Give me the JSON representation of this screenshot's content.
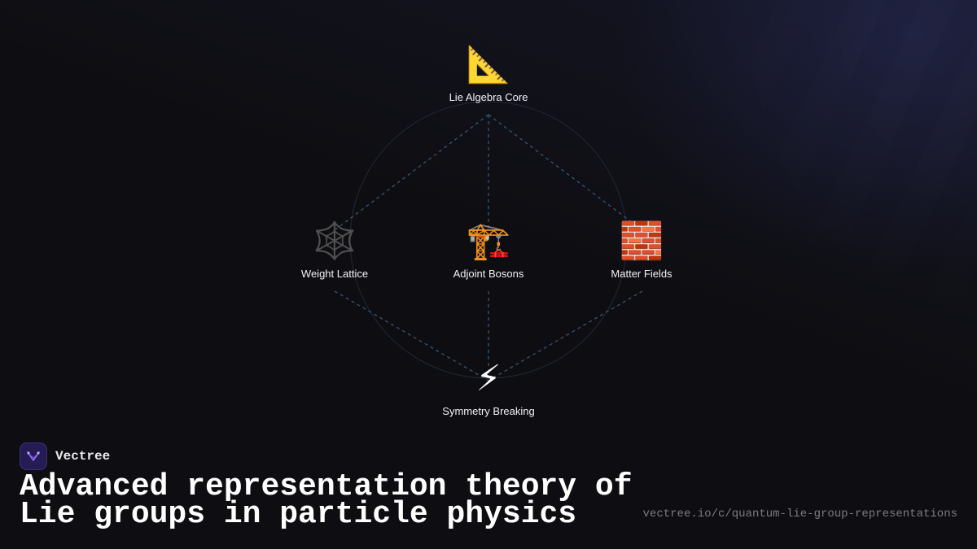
{
  "diagram": {
    "nodes": [
      {
        "id": "core",
        "icon": "📐",
        "icon_name": "triangular-ruler-icon",
        "label": "Lie Algebra Core"
      },
      {
        "id": "weight",
        "icon": "🕸️",
        "icon_name": "spider-web-icon",
        "label": "Weight Lattice"
      },
      {
        "id": "adjoint",
        "icon": "🏗️",
        "icon_name": "construction-crane-icon",
        "label": "Adjoint Bosons"
      },
      {
        "id": "matter",
        "icon": "🧱",
        "icon_name": "brick-icon",
        "label": "Matter Fields"
      },
      {
        "id": "breaking",
        "icon": "⚡",
        "icon_name": "lightning-bolt-icon",
        "label": "Symmetry Breaking"
      }
    ],
    "edges": [
      [
        "core",
        "weight"
      ],
      [
        "core",
        "adjoint"
      ],
      [
        "core",
        "matter"
      ],
      [
        "weight",
        "breaking"
      ],
      [
        "adjoint",
        "breaking"
      ],
      [
        "matter",
        "breaking"
      ]
    ],
    "line_color": "#3c5a7a",
    "ring_color": "#1f2a3a"
  },
  "brand": {
    "name": "Vectree",
    "logo_icon": "vectree-logo-icon",
    "logo_color": "#8b5cf6"
  },
  "headline": "Advanced representation theory of Lie groups in particle physics",
  "url": "vectree.io/c/quantum-lie-group-representations"
}
